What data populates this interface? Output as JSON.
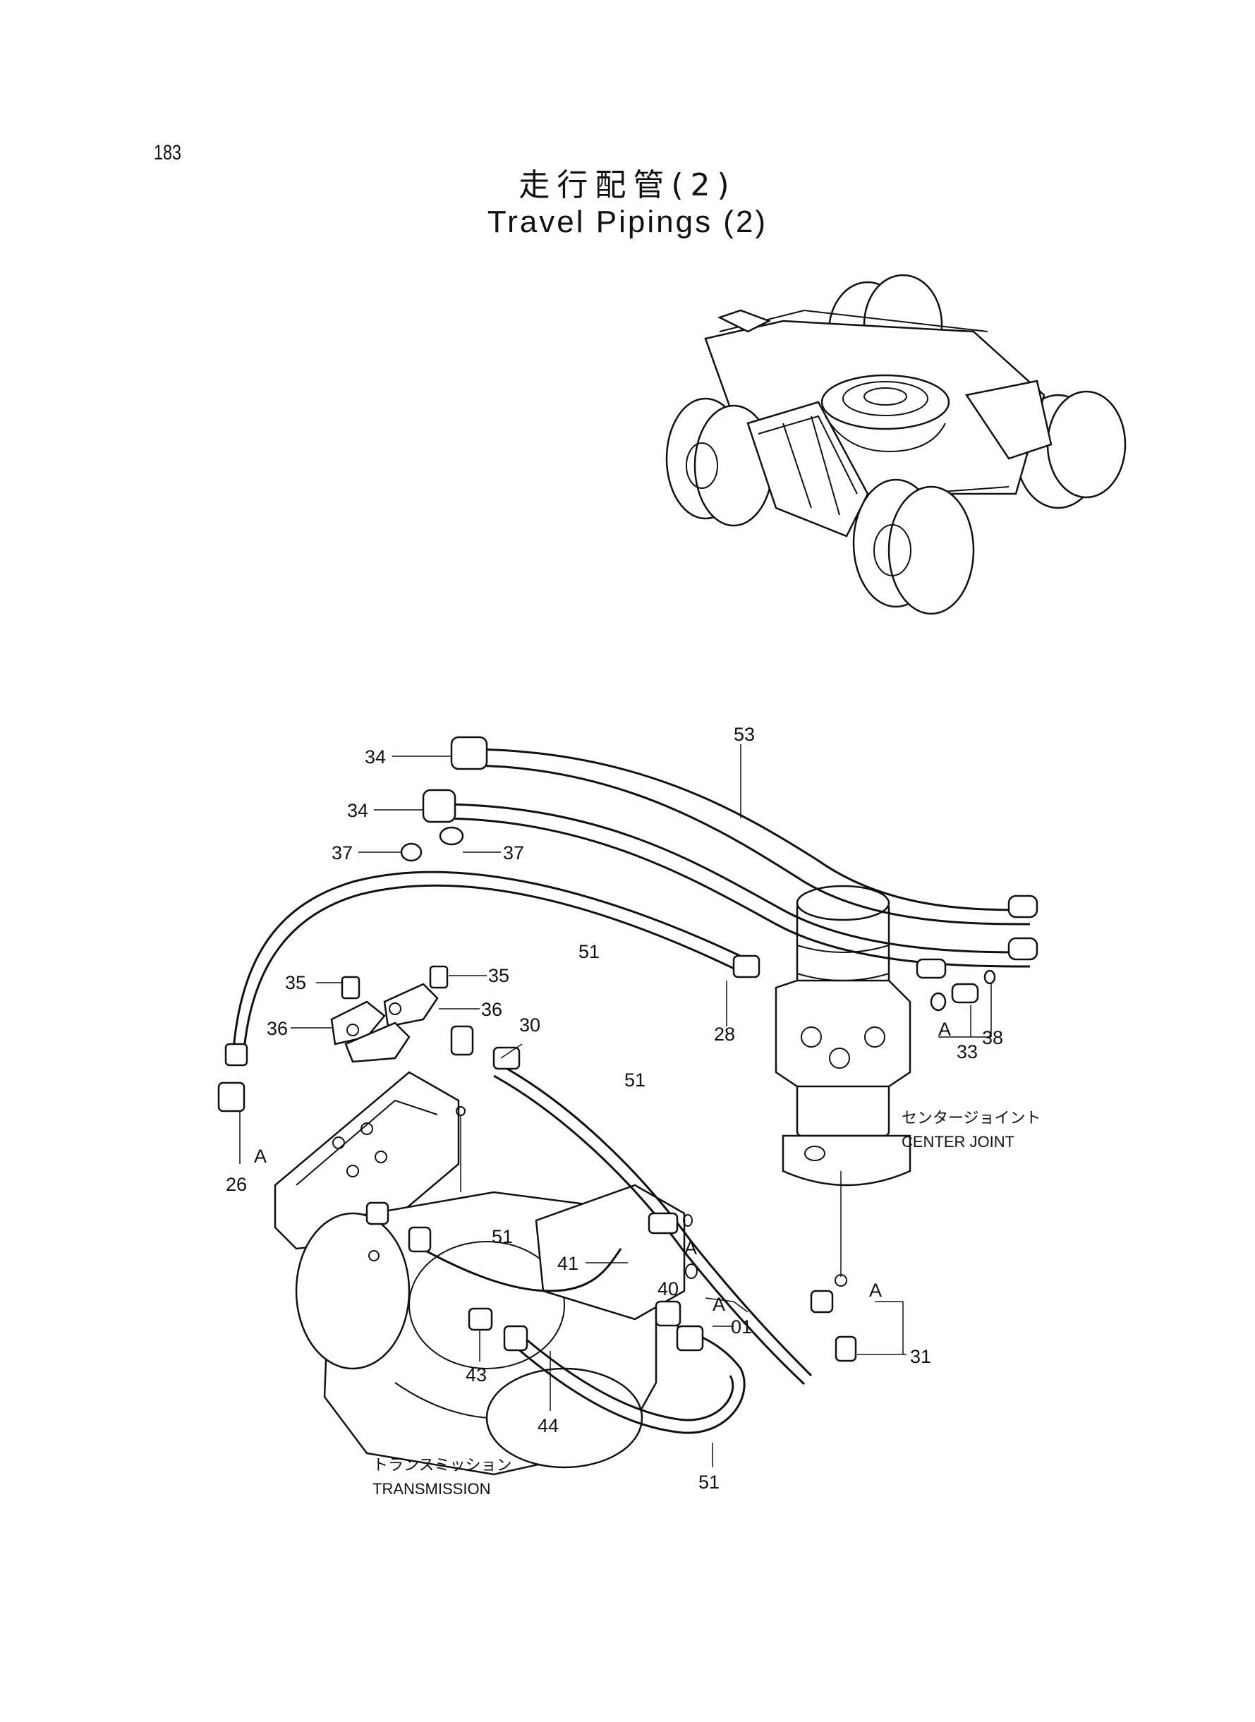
{
  "page_number": "183",
  "title_jp": "走行配管(2)",
  "title_en": "Travel Pipings (2)",
  "components": {
    "center_joint_jp": "センタージョイント",
    "center_joint_en": "CENTER JOINT",
    "transmission_jp": "トランスミッション",
    "transmission_en": "TRANSMISSION"
  },
  "part_labels": {
    "p53": "53",
    "p34a": "34",
    "p34b": "34",
    "p37a": "37",
    "p37b": "37",
    "p51a": "51",
    "p35a": "35",
    "p35b": "35",
    "p36a": "36",
    "p36b": "36",
    "p28": "28",
    "p30": "30",
    "p51b": "51",
    "p33": "33",
    "p38": "38",
    "p26": "26",
    "p51c": "51",
    "p41": "41",
    "p40": "40",
    "p31": "31",
    "p01": "01",
    "p43": "43",
    "p44": "44",
    "p51d": "51"
  },
  "ref_marks": {
    "a1": "A",
    "a2": "A",
    "a3": "A",
    "a4": "A",
    "a5": "A"
  }
}
